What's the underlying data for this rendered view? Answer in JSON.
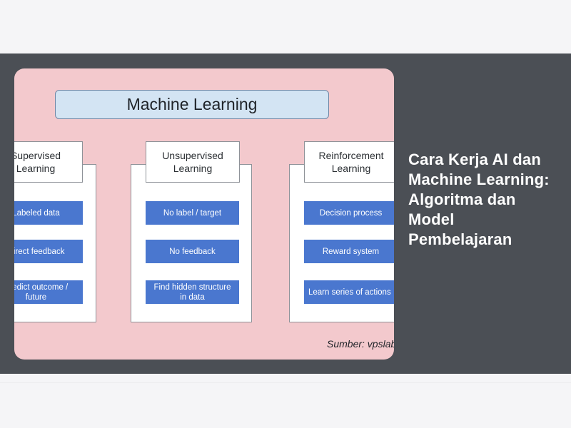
{
  "diagram": {
    "header": "Machine Learning",
    "columns": [
      {
        "title": "Supervised\nLearning",
        "items": [
          "Labeled data",
          "Direct feedback",
          "Predict outcome /\nfuture"
        ]
      },
      {
        "title": "Unsupervised\nLearning",
        "items": [
          "No label / target",
          "No feedback",
          "Find hidden structure\nin data"
        ]
      },
      {
        "title": "Reinforcement\nLearning",
        "items": [
          "Decision process",
          "Reward system",
          "Learn series of actions"
        ]
      }
    ],
    "source": "Sumber: vpslab"
  },
  "article": {
    "title": "Cara Kerja AI dan Machine Learning: Algoritma dan Model Pembelajaran"
  },
  "colors": {
    "banner": "#4b4f55",
    "card": "#f3c9cd",
    "pill": "#4a77cf",
    "header_box": "#d3e4f3"
  }
}
